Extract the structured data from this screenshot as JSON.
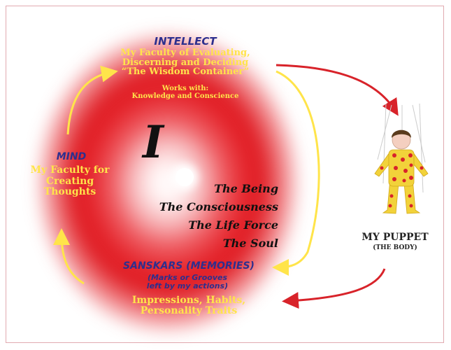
{
  "intellect": {
    "title": "INTELLECT",
    "line1": "My Faculty of Evaluating,",
    "line2": "Discerning and Deciding",
    "line3": "“The Wisdom Container”",
    "works1": "Works with:",
    "works2": "Knowledge and Conscience"
  },
  "mind": {
    "title": "MIND",
    "line1": "My Faculty for",
    "line2": "Creating",
    "line3": "Thoughts"
  },
  "center": {
    "letter": "I",
    "items": [
      "The Being",
      "The Consciousness",
      "The Life Force",
      "The Soul"
    ]
  },
  "sanskars": {
    "title": "SANSKARS (MEMORIES)",
    "sub1": "(Marks or Grooves",
    "sub2": "left by my actions)",
    "line1": "Impressions, Habits,",
    "line2": "Personality Traits"
  },
  "puppet": {
    "title": "MY PUPPET",
    "subtitle": "(THE BODY)"
  },
  "colors": {
    "red": "#e01f26",
    "yellow": "#ffe44a",
    "heading_blue": "#2d2f8e",
    "arrow_red": "#d8232a"
  }
}
